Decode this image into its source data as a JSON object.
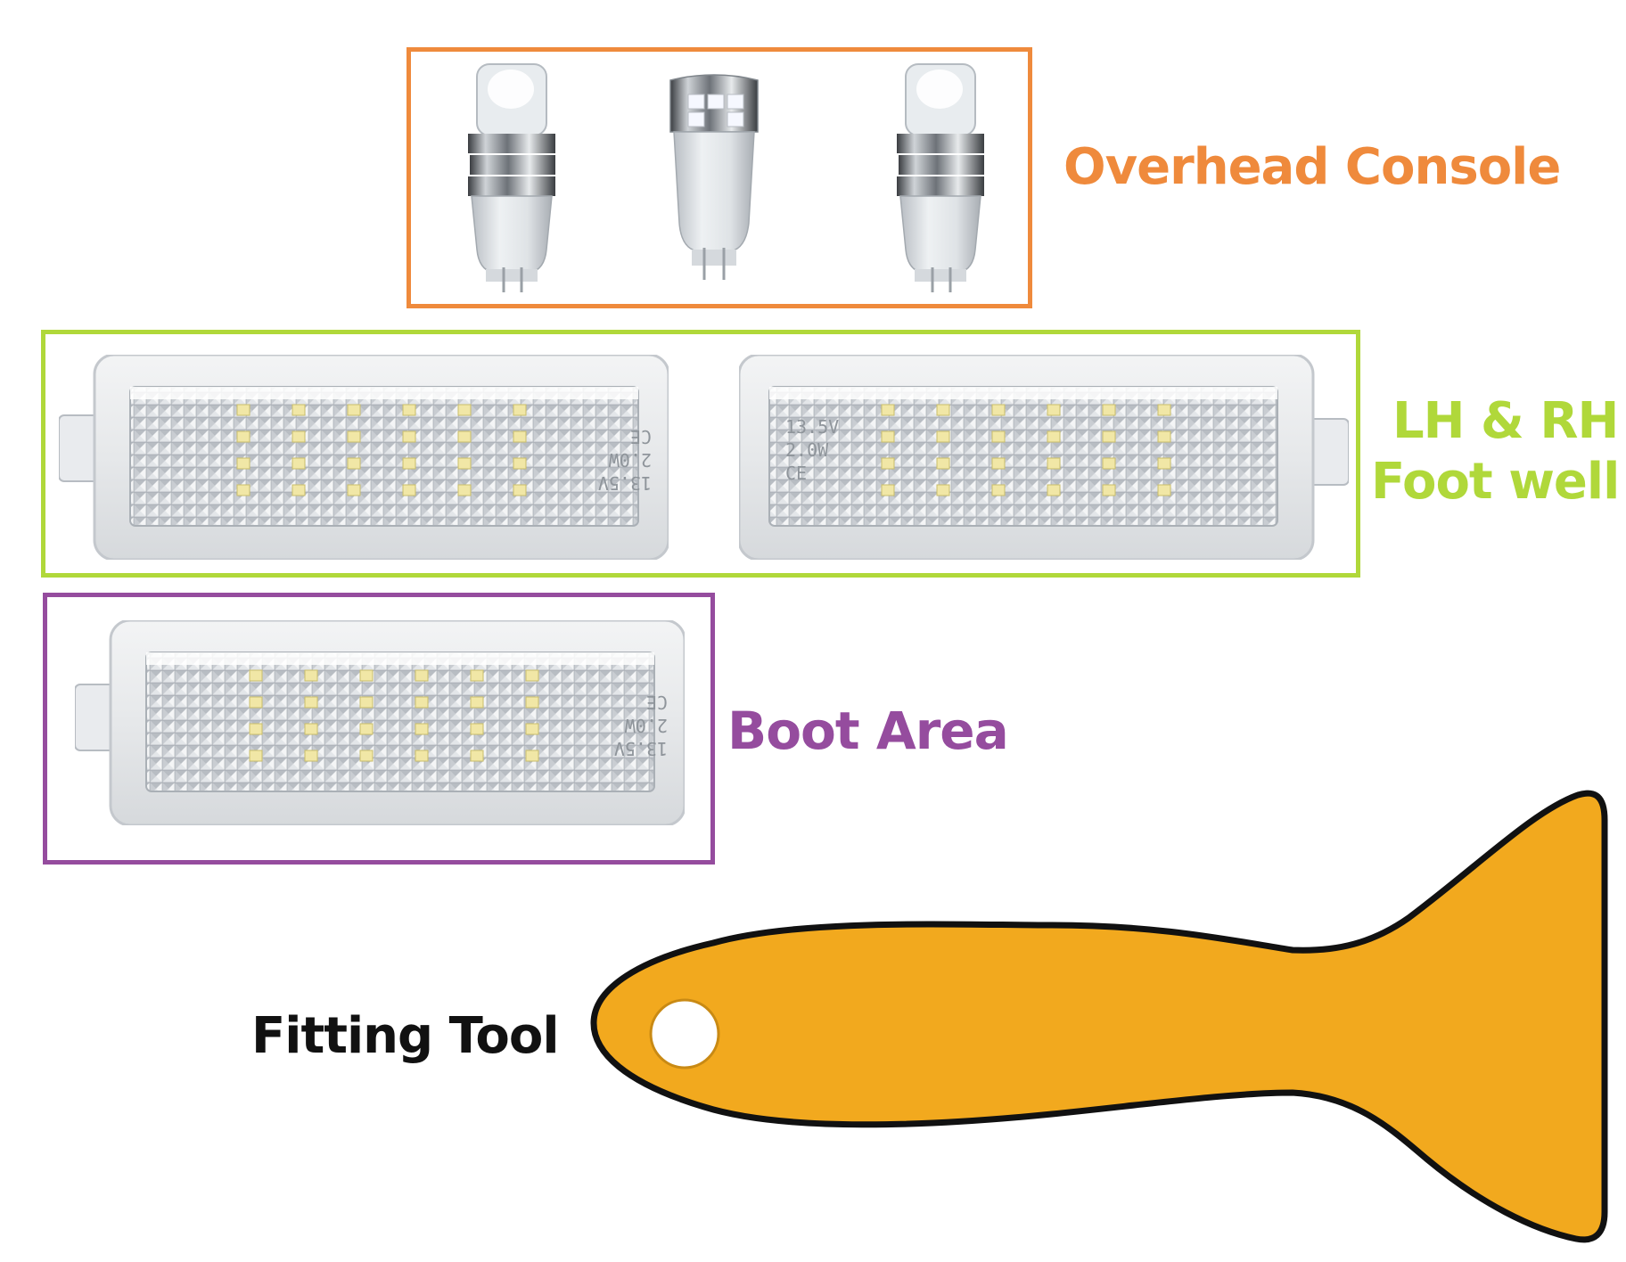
{
  "colors": {
    "overhead": "#ef8a3c",
    "footwell": "#b0d83a",
    "boot": "#954c9e",
    "tool_fill": "#f2a91e",
    "tool_outline": "#111111",
    "label_dark": "#111111"
  },
  "overhead_console": {
    "label": "Overhead Console",
    "items": [
      {
        "icon": "t10-bulb-icon",
        "style": "lens-cap"
      },
      {
        "icon": "t10-bulb-icon",
        "style": "smd-6"
      },
      {
        "icon": "t10-bulb-icon",
        "style": "lens-cap"
      }
    ]
  },
  "footwell": {
    "label_line1": "LH & RH",
    "label_line2": "Foot well",
    "items": [
      {
        "icon": "led-panel-icon",
        "tab": "left",
        "print": [
          "13.5V",
          "2.0W",
          "CE"
        ]
      },
      {
        "icon": "led-panel-icon",
        "tab": "right",
        "print": [
          "13.5V",
          "2.0W",
          "CE"
        ]
      }
    ]
  },
  "boot_area": {
    "label": "Boot Area",
    "items": [
      {
        "icon": "led-panel-icon",
        "tab": "left",
        "print": [
          "13.5V",
          "2.0W",
          "CE"
        ]
      }
    ]
  },
  "fitting_tool": {
    "label": "Fitting Tool",
    "icon": "trim-removal-tool-icon"
  }
}
